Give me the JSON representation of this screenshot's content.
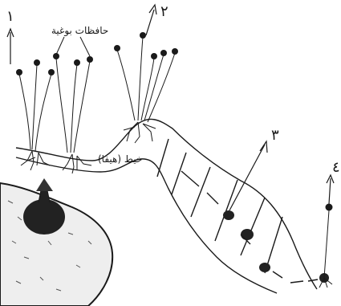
{
  "labels": {
    "n1": "١",
    "n2": "٢",
    "n3": "٣",
    "n4": "٤",
    "sporangiophores": "حافظات بوغية",
    "hypha": "خيط (هيفا)"
  },
  "colors": {
    "ink": "#1a1a1a",
    "paper": "#ffffff",
    "bread_fill": "#eeeeee",
    "dark_fill": "#222222"
  },
  "icons": [
    "arrow-up-icon",
    "sporangium-icon",
    "rhizoid-icon",
    "bread-slice-icon"
  ]
}
